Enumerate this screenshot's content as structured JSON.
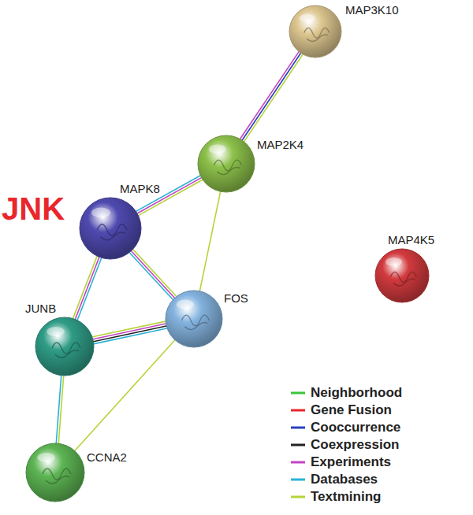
{
  "diagram": {
    "nodes": [
      {
        "text": [
          "MAP3K10"
        ]
      },
      {
        "text": [
          "MAP2K4"
        ]
      },
      {
        "text": [
          "MAPK8"
        ]
      },
      {
        "text": [
          "MAP4K5"
        ]
      },
      {
        "text": [
          "FOS"
        ]
      },
      {
        "text": [
          "JUNB"
        ]
      },
      {
        "text": [
          "CCNA2"
        ]
      }
    ],
    "edges": [
      {
        "from": 0,
        "to": 1,
        "arrow": "none"
      },
      {
        "from": 1,
        "to": 2,
        "arrow": "none"
      },
      {
        "from": 1,
        "to": 4,
        "arrow": "none"
      },
      {
        "from": 2,
        "to": 4,
        "arrow": "none"
      },
      {
        "from": 2,
        "to": 5,
        "arrow": "none"
      },
      {
        "from": 5,
        "to": 4,
        "arrow": "none"
      },
      {
        "from": 5,
        "to": 6,
        "arrow": "none"
      },
      {
        "from": 4,
        "to": 6,
        "arrow": "none"
      }
    ],
    "labels": [
      "JNK"
    ],
    "legend": [
      {
        "text": "Neighborhood",
        "color": "#3ac43a"
      },
      {
        "text": "Gene Fusion",
        "color": "#e8262b"
      },
      {
        "text": "Cooccurrence",
        "color": "#2b3fbf"
      },
      {
        "text": "Coexpression",
        "color": "#222222"
      },
      {
        "text": "Experiments",
        "color": "#c244c2"
      },
      {
        "text": "Databases",
        "color": "#2ab3d6"
      },
      {
        "text": "Textmining",
        "color": "#b5d43a"
      }
    ]
  }
}
